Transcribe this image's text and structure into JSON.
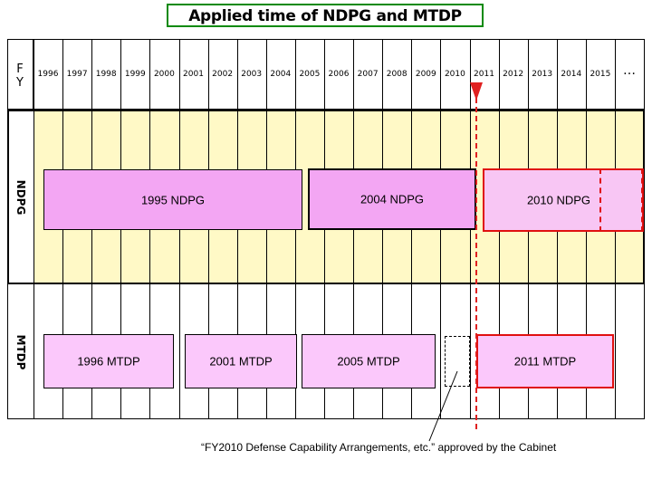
{
  "title": "Applied time of NDPG and MTDP",
  "fy_label": "F\nY",
  "years": [
    "1996",
    "1997",
    "1998",
    "1999",
    "2000",
    "2001",
    "2002",
    "2003",
    "2004",
    "2005",
    "2006",
    "2007",
    "2008",
    "2009",
    "2010",
    "2011",
    "2012",
    "2013",
    "2014",
    "2015",
    "…"
  ],
  "rows": {
    "ndpg": "NDPG",
    "mtdp": "MTDP"
  },
  "ndpg_bars": [
    {
      "label": "1995 NDPG",
      "fill": "#f3a6f3",
      "border": "#000000"
    },
    {
      "label": "2004 NDPG",
      "fill": "#f3a6f3",
      "border": "#000000"
    },
    {
      "label": "2010 NDPG",
      "fill": "#f8c6f4",
      "border": "#e01010"
    }
  ],
  "mtdp_bars": [
    {
      "label": "1996 MTDP",
      "fill": "#fbc8fb",
      "border": "#000000"
    },
    {
      "label": "2001 MTDP",
      "fill": "#fbc8fb",
      "border": "#000000"
    },
    {
      "label": "2005 MTDP",
      "fill": "#fbc8fb",
      "border": "#000000"
    },
    {
      "label": "2011 MTDP",
      "fill": "#fbc8fb",
      "border": "#e01010"
    }
  ],
  "note": "“FY2010 Defense Capability Arrangements, etc.” approved by the Cabinet",
  "colors": {
    "title_border": "#0a8a0a",
    "ndpg_band": "#fff9c6",
    "marker": "#e02020"
  }
}
